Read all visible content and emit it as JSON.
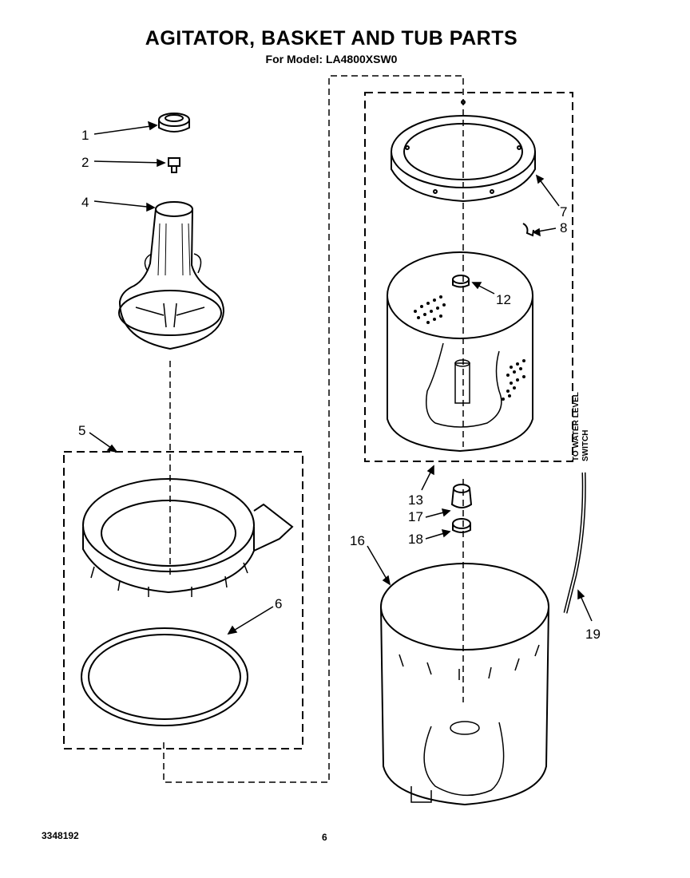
{
  "header": {
    "title": "AGITATOR, BASKET AND TUB PARTS",
    "subtitle": "For Model: LA4800XSW0"
  },
  "callouts": {
    "c1": "1",
    "c2": "2",
    "c4": "4",
    "c5": "5",
    "c6": "6",
    "c7": "7",
    "c8": "8",
    "c12": "12",
    "c13": "13",
    "c16": "16",
    "c17": "17",
    "c18": "18",
    "c19": "19"
  },
  "side_label": {
    "line1": "TO WATER LEVEL",
    "line2": "SWITCH"
  },
  "footer": {
    "doc_number": "3348192",
    "page_number": "6"
  }
}
